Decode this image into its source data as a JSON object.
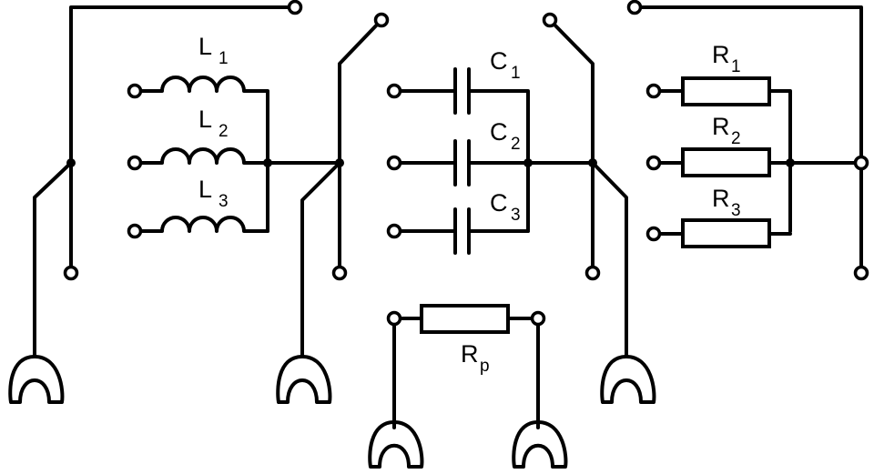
{
  "inductors": [
    {
      "letter": "L",
      "index": "1"
    },
    {
      "letter": "L",
      "index": "2"
    },
    {
      "letter": "L",
      "index": "3"
    }
  ],
  "capacitors": [
    {
      "letter": "C",
      "index": "1"
    },
    {
      "letter": "C",
      "index": "2"
    },
    {
      "letter": "C",
      "index": "3"
    }
  ],
  "resistors": [
    {
      "letter": "R",
      "index": "1"
    },
    {
      "letter": "R",
      "index": "2"
    },
    {
      "letter": "R",
      "index": "3"
    }
  ],
  "probe_resistor": {
    "letter": "R",
    "index": "p"
  }
}
